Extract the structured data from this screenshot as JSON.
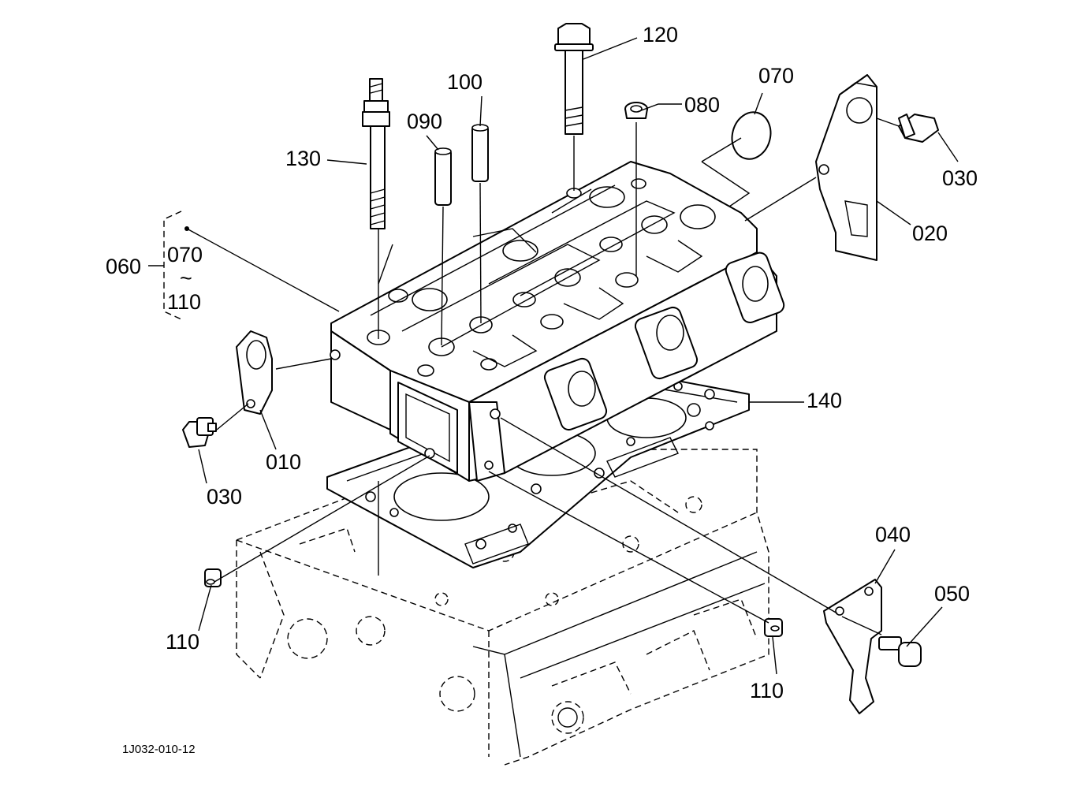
{
  "figure_code": "1J032-010-12",
  "callouts": {
    "p010": "010",
    "p020": "020",
    "p030_left": "030",
    "p030_right": "030",
    "p040": "040",
    "p050": "050",
    "p060": "060",
    "p070_top": "070",
    "p070_group": "070",
    "group_range": "~",
    "p080": "080",
    "p090": "090",
    "p100": "100",
    "p110_group": "110",
    "p110_left": "110",
    "p110_right": "110",
    "p120": "120",
    "p130": "130",
    "p140": "140"
  },
  "colors": {
    "ink": "#000000",
    "paper": "#ffffff"
  }
}
